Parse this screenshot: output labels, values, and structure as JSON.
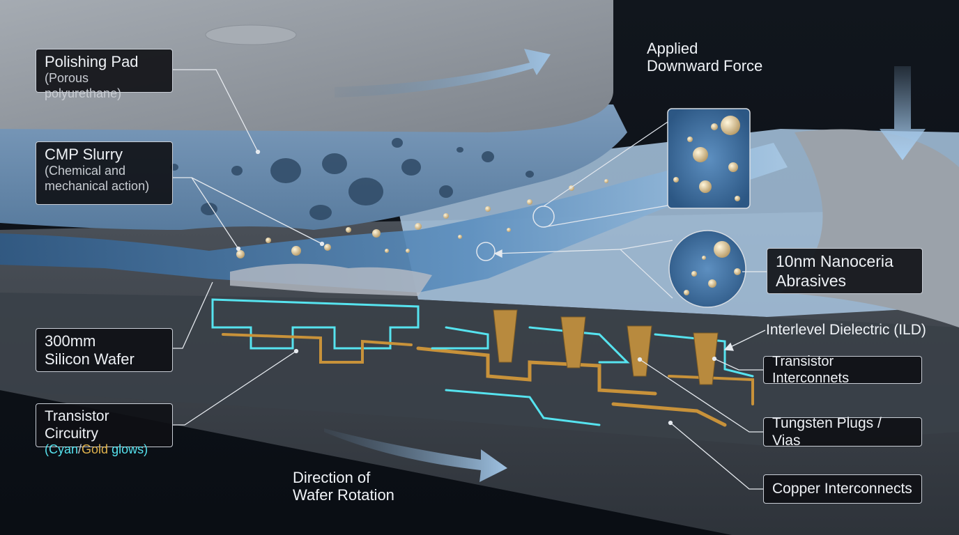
{
  "labels": {
    "polishing_pad": {
      "title": "Polishing Pad",
      "sub": "(Porous polyurethane)"
    },
    "cmp_slurry": {
      "title": "CMP Slurry",
      "sub_line1": "(Chemical and",
      "sub_line2": "mechanical action)"
    },
    "silicon_wafer": {
      "line1": "300mm",
      "line2": "Silicon Wafer"
    },
    "transistor_circuitry": {
      "title": "Transistor Circuitry",
      "sub_open": "(",
      "sub_cyan": "Cyan",
      "sub_slash": "/",
      "sub_gold": "Gold",
      "sub_close": " glows)"
    },
    "nanoceria": {
      "line1": "10nm Nanoceria",
      "line2": "Abrasives"
    },
    "ild": "Interlevel Dielectric (ILD)",
    "transistor_interconnets": "Transistor Interconnets",
    "tungsten_plugs": "Tungsten Plugs / Vias",
    "copper_interconnects": "Copper Interconnects",
    "applied_force": {
      "line1": "Applied",
      "line2": "Downward Force"
    },
    "wafer_rotation": {
      "line1": "Direction of",
      "line2": "Wafer Rotation"
    }
  },
  "colors": {
    "background": "#0d1219",
    "pad_gray": "#8f959d",
    "pad_foam": "#6f8fb0",
    "slurry_blue": "#3f6f9f",
    "circuit_cyan": "#56e3ef",
    "copper_gold": "#c8923a",
    "wafer_gray": "#7e848c"
  }
}
